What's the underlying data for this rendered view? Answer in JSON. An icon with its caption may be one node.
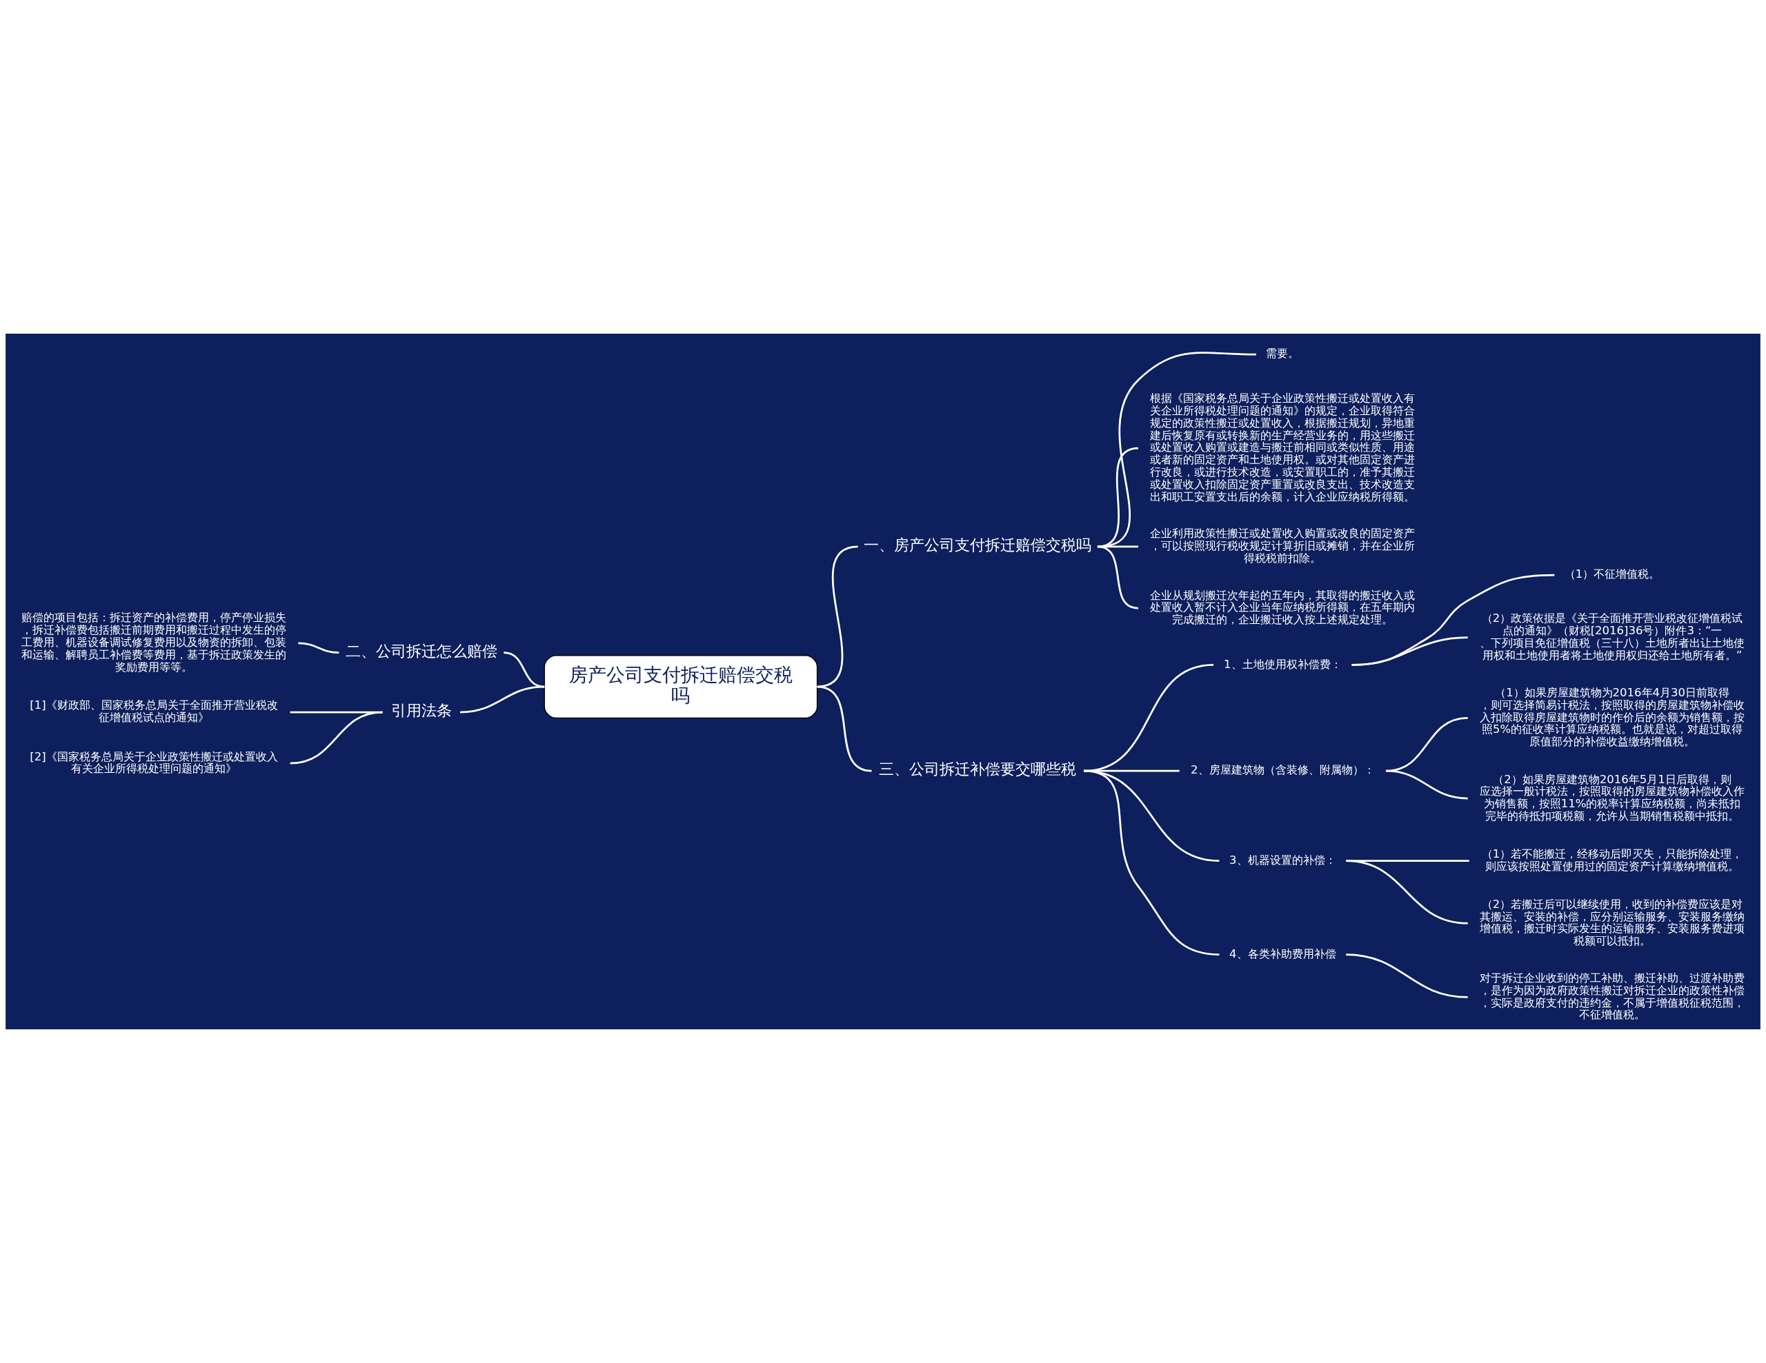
{
  "diagram": {
    "nodes": [
      {
        "text": [
          "房产公司支付拆迁赔偿交税吗"
        ]
      },
      {
        "text": [
          "一、房产公司支付拆迁赔偿交税吗"
        ]
      },
      {
        "text": [
          "需要。"
        ]
      },
      {
        "text": [
          "根据《国家税务总局关于企业政策性搬迁或处置收入有关企业所得税处理问题的通知》的规定，企业取得符合规定的政策性搬迁或处置收入，根据搬迁规划，异地重建后恢复原有或转换新的生产经营业务的，用这些搬迁或处置收入购置或建造与搬迁前相同或类似性质、用途或者新的固定资产和土地使用权。或对其他固定资产进行改良，或进行技术改造，或安置职工的，准予其搬迁或处置收入扣除固定资产重置或改良支出、技术改造支出和职工安置支出后的余额，计入企业应纳税所得额。"
        ]
      },
      {
        "text": [
          "企业利用政策性搬迁或处置收入购置或改良的固定资产，可以按照现行税收规定计算折旧或摊销，并在企业所得税税前扣除。"
        ]
      },
      {
        "text": [
          "企业从规划搬迁次年起的五年内，其取得的搬迁收入或处置收入暂不计入企业当年应纳税所得额，在五年期内完成搬迁的，企业搬迁收入按上述规定处理。"
        ]
      },
      {
        "text": [
          "二、公司拆迁怎么赔偿"
        ]
      },
      {
        "text": [
          "赔偿的项目包括：拆迁资产的补偿费用，停产停业损失，拆迁补偿费包括搬迁前期费用和搬迁过程中发生的停工费用、机器设备调试修复费用以及物资的拆卸、包装和运输、解聘员工补偿费等费用，基于拆迁政策发生的奖励费用等等。"
        ]
      },
      {
        "text": [
          "引用法条"
        ]
      },
      {
        "text": [
          "[1]《财政部、国家税务总局关于全面推开营业税改征增值税试点的通知》"
        ]
      },
      {
        "text": [
          "[2]《国家税务总局关于企业政策性搬迁或处置收入有关企业所得税处理问题的通知》"
        ]
      },
      {
        "text": [
          "三、公司拆迁补偿要交哪些税"
        ]
      },
      {
        "text": [
          "1、土地使用权补偿费："
        ]
      },
      {
        "text": [
          "（1）不征增值税。"
        ]
      },
      {
        "text": [
          "（2）政策依据是《关于全面推开营业税改征增值税试点的通知》（财税[2016]36号）附件3：“一、下列项目免征增值税（三十八）土地所者出让土地使用权和土地使用者将土地使用权归还给土地所有者。”"
        ]
      },
      {
        "text": [
          "2、房屋建筑物（含装修、附属物）："
        ]
      },
      {
        "text": [
          "（1）如果房屋建筑物为2016年4月30日前取得，则可选择简易计税法，按照取得的房屋建筑物补偿收入扣除取得房屋建筑物时的作价后的余额为销售额，按照5%的征收率计算应纳税额。也就是说，对超过取得原值部分的补偿收益缴纳增值税。"
        ]
      },
      {
        "text": [
          "（2）如果房屋建筑物2016年5月1日后取得，则应选择一般计税法，按照取得的房屋建筑物补偿收入作为销售额，按照11%的税率计算应纳税额，尚未抵扣完毕的待抵扣项税额，允许从当期销售税额中抵扣。"
        ]
      },
      {
        "text": [
          "3、机器设置的补偿："
        ]
      },
      {
        "text": [
          "（1）若不能搬迁，经移动后即灭失，只能拆除处理，则应该按照处置使用过的固定资产计算缴纳增值税。"
        ]
      },
      {
        "text": [
          "（2）若搬迁后可以继续使用，收到的补偿费应该是对其搬运、安装的补偿，应分别运输服务、安装服务缴纳增值税，搬迁时实际发生的运输服务、安装服务费进项税额可以抵扣。"
        ]
      },
      {
        "text": [
          "4、各类补助费用补偿"
        ]
      },
      {
        "text": [
          "对于拆迁企业收到的停工补助、搬迁补助、过渡补助费，是作为因为政府政策性搬迁对拆迁企业的政策性补偿，实际是政府支付的违约金，不属于增值税征税范围，不征增值税。"
        ]
      }
    ],
    "edges": [
      {
        "from": 0,
        "to": 1,
        "arrow": "none"
      },
      {
        "from": 1,
        "to": 2,
        "arrow": "none"
      },
      {
        "from": 1,
        "to": 3,
        "arrow": "none"
      },
      {
        "from": 1,
        "to": 4,
        "arrow": "none"
      },
      {
        "from": 1,
        "to": 5,
        "arrow": "none"
      },
      {
        "from": 0,
        "to": 6,
        "arrow": "none"
      },
      {
        "from": 6,
        "to": 7,
        "arrow": "none"
      },
      {
        "from": 0,
        "to": 8,
        "arrow": "none"
      },
      {
        "from": 8,
        "to": 9,
        "arrow": "none"
      },
      {
        "from": 8,
        "to": 10,
        "arrow": "none"
      },
      {
        "from": 0,
        "to": 11,
        "arrow": "none"
      },
      {
        "from": 11,
        "to": 12,
        "arrow": "none"
      },
      {
        "from": 12,
        "to": 13,
        "arrow": "none"
      },
      {
        "from": 12,
        "to": 14,
        "arrow": "none"
      },
      {
        "from": 11,
        "to": 15,
        "arrow": "none"
      },
      {
        "from": 15,
        "to": 16,
        "arrow": "none"
      },
      {
        "from": 15,
        "to": 17,
        "arrow": "none"
      },
      {
        "from": 11,
        "to": 18,
        "arrow": "none"
      },
      {
        "from": 18,
        "to": 19,
        "arrow": "none"
      },
      {
        "from": 18,
        "to": 20,
        "arrow": "none"
      },
      {
        "from": 11,
        "to": 21,
        "arrow": "none"
      },
      {
        "from": 21,
        "to": 22,
        "arrow": "none"
      }
    ]
  }
}
